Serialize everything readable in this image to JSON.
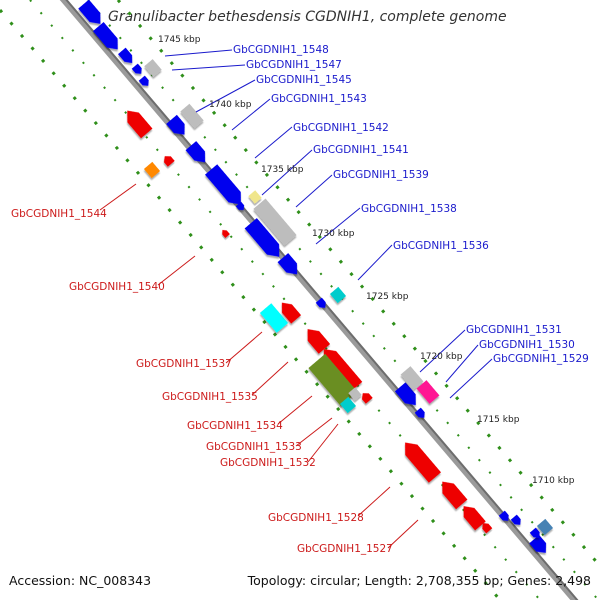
{
  "title": "Granulibacter bethesdensis CGDNIH1, complete genome",
  "accession": "Accession: NC_008343",
  "topology": "Topology: circular; Length: 2,708,355 bp; Genes: 2,498",
  "colors": {
    "forward_label": "#1a1acc",
    "reverse_label": "#cc1a1a",
    "backbone": "#808080",
    "ticks": "#2f8f1a"
  },
  "kbp_ticks": [
    "1745 kbp",
    "1740 kbp",
    "1735 kbp",
    "1730 kbp",
    "1725 kbp",
    "1720 kbp",
    "1715 kbp",
    "1710 kbp"
  ],
  "forward_genes": [
    {
      "label": "GbCGDNIH1_1548",
      "color": "#0000ee"
    },
    {
      "label": "GbCGDNIH1_1547",
      "color": "#0000ee"
    },
    {
      "label": "GbCGDNIH1_1545",
      "color": "#0000ee"
    },
    {
      "label": "GbCGDNIH1_1543",
      "color": "#0000ee"
    },
    {
      "label": "GbCGDNIH1_1542",
      "color": "#0000ee"
    },
    {
      "label": "GbCGDNIH1_1541",
      "color": "#0000ee"
    },
    {
      "label": "GbCGDNIH1_1539",
      "color": "#0000ee"
    },
    {
      "label": "GbCGDNIH1_1538",
      "color": "#0000ee"
    },
    {
      "label": "GbCGDNIH1_1536",
      "color": "#0000ee"
    },
    {
      "label": "GbCGDNIH1_1531",
      "color": "#0000ee"
    },
    {
      "label": "GbCGDNIH1_1530",
      "color": "#0000ee"
    },
    {
      "label": "GbCGDNIH1_1529",
      "color": "#0000ee"
    }
  ],
  "reverse_genes": [
    {
      "label": "GbCGDNIH1_1544",
      "color": "#ee0000"
    },
    {
      "label": "GbCGDNIH1_1540",
      "color": "#ee0000"
    },
    {
      "label": "GbCGDNIH1_1537",
      "color": "#ee0000"
    },
    {
      "label": "GbCGDNIH1_1535",
      "color": "#ee0000"
    },
    {
      "label": "GbCGDNIH1_1534",
      "color": "#ee0000"
    },
    {
      "label": "GbCGDNIH1_1533",
      "color": "#ee0000"
    },
    {
      "label": "GbCGDNIH1_1532",
      "color": "#ee0000"
    },
    {
      "label": "GbCGDNIH1_1528",
      "color": "#ee0000"
    },
    {
      "label": "GbCGDNIH1_1527",
      "color": "#ee0000"
    }
  ]
}
